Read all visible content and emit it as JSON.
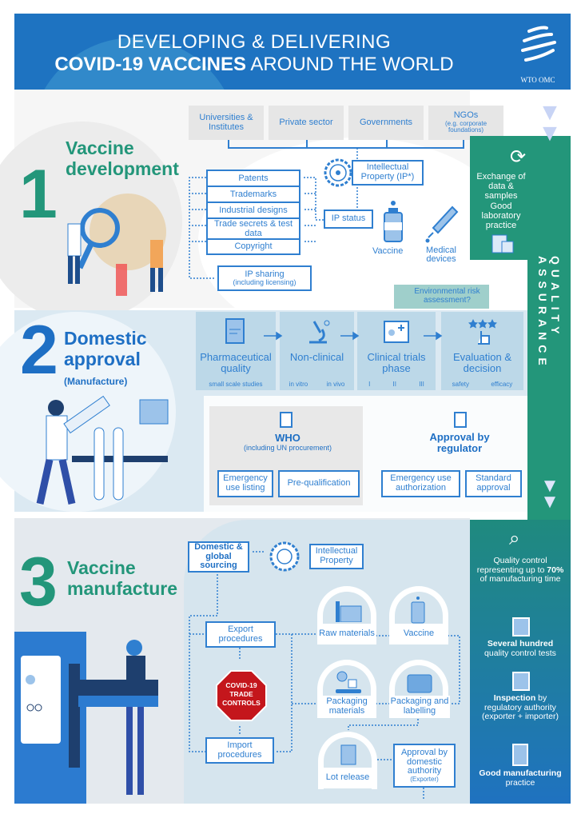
{
  "header": {
    "line1": "DEVELOPING & DELIVERING",
    "line2_bold": "COVID-19 VACCINES",
    "line2_rest": " AROUND THE WORLD",
    "logo_text": "WTO OMC"
  },
  "section1": {
    "number": "1",
    "title_line1": "Vaccine",
    "title_line2": "development",
    "stakeholders": [
      {
        "label": "Universities & Institutes"
      },
      {
        "label": "Private sector"
      },
      {
        "label": "Governments"
      },
      {
        "label": "NGOs",
        "sub": "(e.g. corporate foundations)"
      }
    ],
    "ip_label": "Intellectual Property (IP*)",
    "ip_types": [
      "Patents",
      "Trademarks",
      "Industrial designs",
      "Trade secrets & test data",
      "Copyright"
    ],
    "ip_status": "IP status",
    "ip_sharing": "IP sharing",
    "ip_sharing_sub": "(including licensing)",
    "vaccine": "Vaccine",
    "medical_devices": "Medical devices",
    "qa_items": [
      "Exchange of data & samples",
      "Good laboratory practice"
    ]
  },
  "quality_assurance": "QUALITY ASSURANCE",
  "section2": {
    "number": "2",
    "title_line1": "Domestic",
    "title_line2": "approval",
    "subtitle": "(Manufacture)",
    "env_risk": "Environmental risk assessment?",
    "steps": [
      {
        "label": "Pharmaceutical quality",
        "subs": [
          "small scale studies"
        ]
      },
      {
        "label": "Non-clinical",
        "subs": [
          "in vitro",
          "in vivo"
        ]
      },
      {
        "label": "Clinical trials phase",
        "subs": [
          "I",
          "II",
          "III"
        ]
      },
      {
        "label": "Evaluation & decision",
        "subs": [
          "safety",
          "efficacy"
        ]
      }
    ],
    "who_title": "WHO",
    "who_sub": "(including UN procurement)",
    "who_options": [
      "Emergency use listing",
      "Pre-qualification"
    ],
    "regulator_title": "Approval by regulator",
    "regulator_options": [
      "Emergency use authorization",
      "Standard approval"
    ]
  },
  "section3": {
    "number": "3",
    "title_line1": "Vaccine",
    "title_line2": "manufacture",
    "sourcing": "Domestic & global sourcing",
    "ip": "Intellectual Property",
    "export": "Export procedures",
    "import": "Import procedures",
    "stop_sign": "COVID-19 TRADE CONTROLS",
    "raw_materials": "Raw materials",
    "vaccine": "Vaccine",
    "packaging_materials": "Packaging materials",
    "packaging_labelling": "Packaging and labelling",
    "lot_release": "Lot release",
    "approval": "Approval by domestic authority",
    "approval_sub": "(Exporter)",
    "qa": [
      {
        "pre": "Quality control representing up to ",
        "bold": "70%",
        "post": " of manufacturing time"
      },
      {
        "bold": "Several hundred",
        "post": " quality control tests"
      },
      {
        "bold": "Inspection",
        "post": " by regulatory authority (exporter + importer)"
      },
      {
        "bold": "Good manufacturing",
        "post": " practice"
      }
    ]
  },
  "colors": {
    "header": "#1e73c1",
    "green": "#23967a",
    "blue": "#2f7fd0",
    "stop": "#c4161c"
  }
}
